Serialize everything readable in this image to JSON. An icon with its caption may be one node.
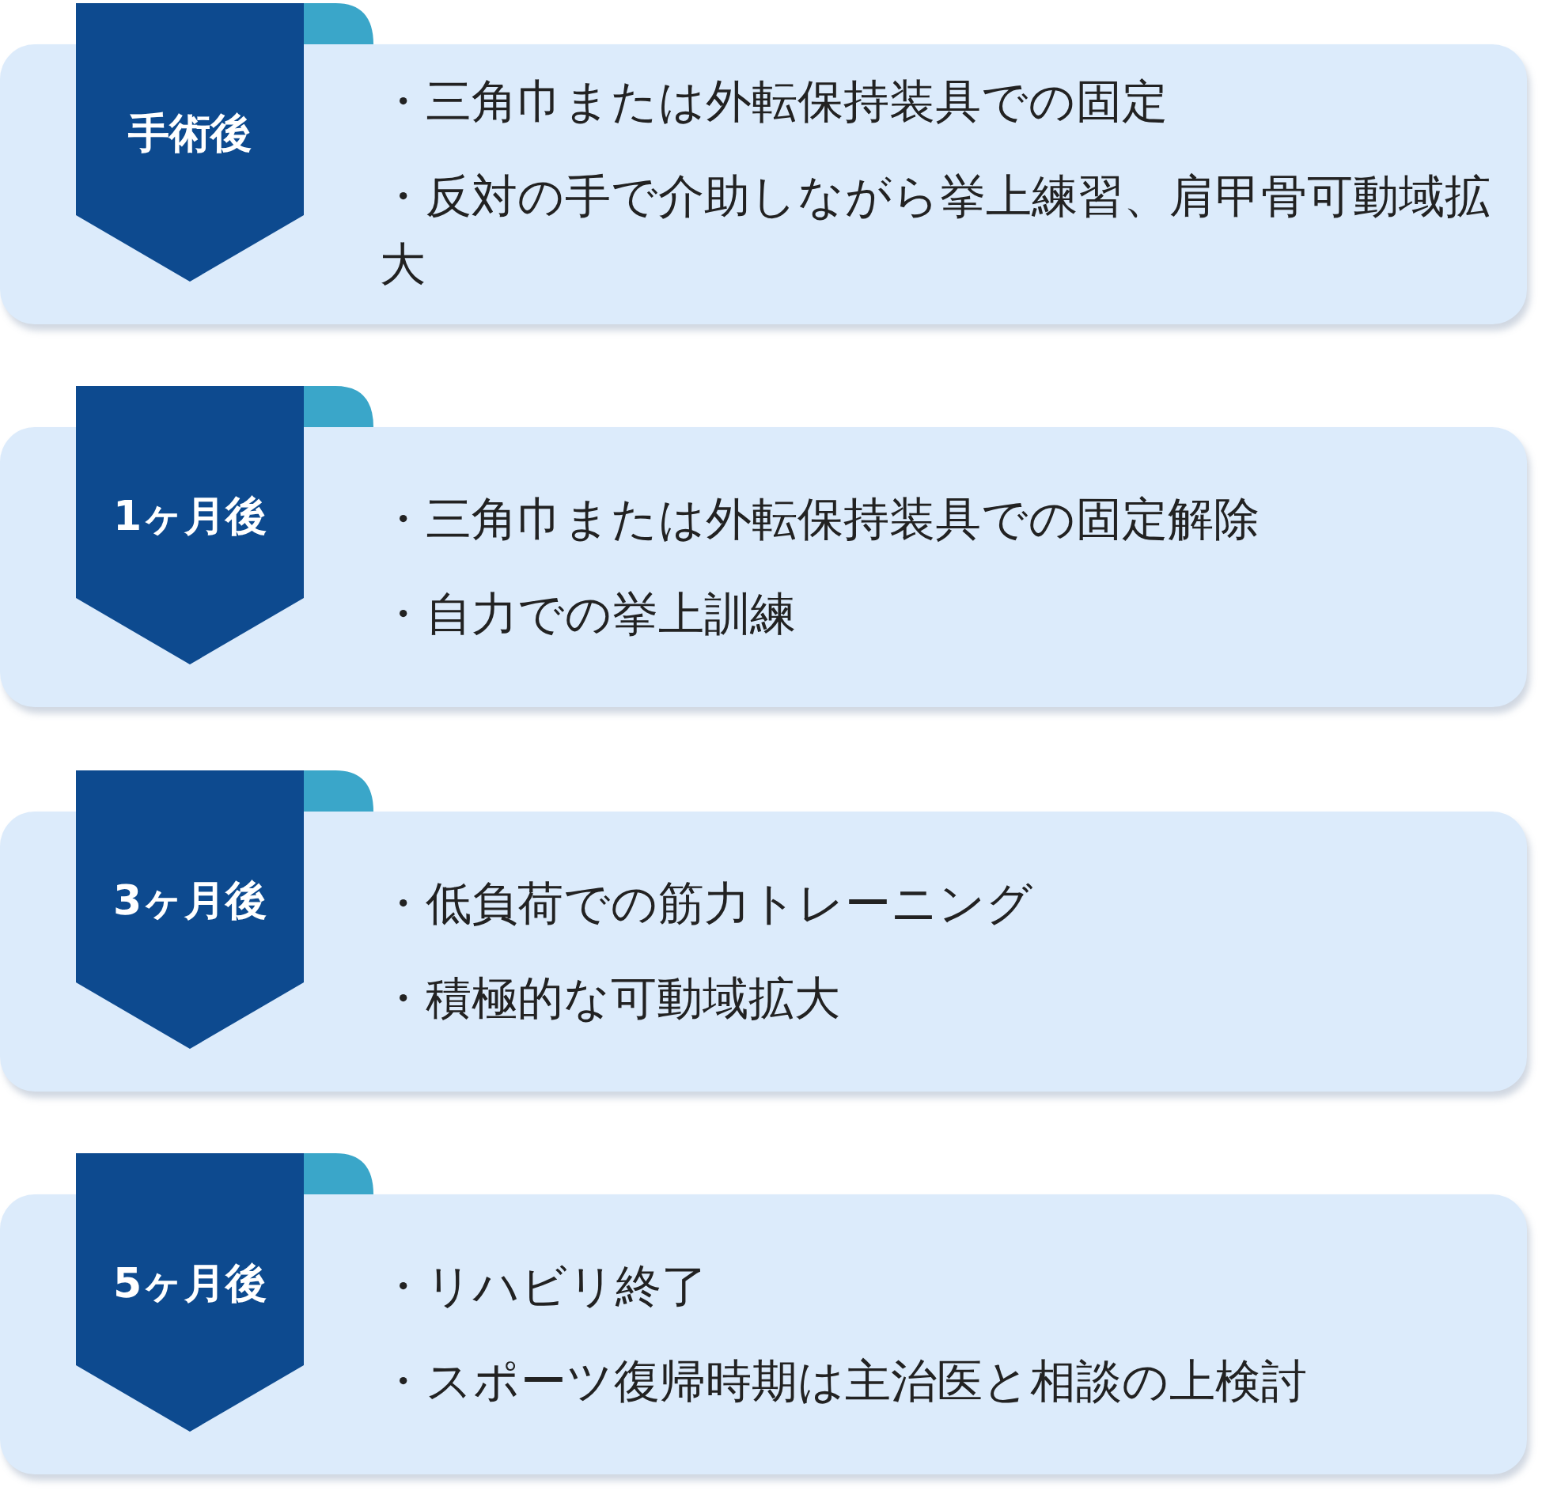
{
  "diagram": {
    "nodes": [
      {
        "text": [
          "手術後"
        ]
      },
      {
        "text": [
          "・三角巾または外転保持装具での固定",
          "・反対の手で介助しながら挙上練習、肩甲骨可動域拡大"
        ]
      },
      {
        "text": [
          "1ヶ月後"
        ]
      },
      {
        "text": [
          "・三角巾または外転保持装具での固定解除",
          "・自力での挙上訓練"
        ]
      },
      {
        "text": [
          "3ヶ月後"
        ]
      },
      {
        "text": [
          "・低負荷での筋力トレーニング",
          "・積極的な可動域拡大"
        ]
      },
      {
        "text": [
          "5ヶ月後"
        ]
      },
      {
        "text": [
          "・リハビリ終了",
          "・スポーツ復帰時期は主治医と相談の上検討"
        ]
      }
    ]
  }
}
